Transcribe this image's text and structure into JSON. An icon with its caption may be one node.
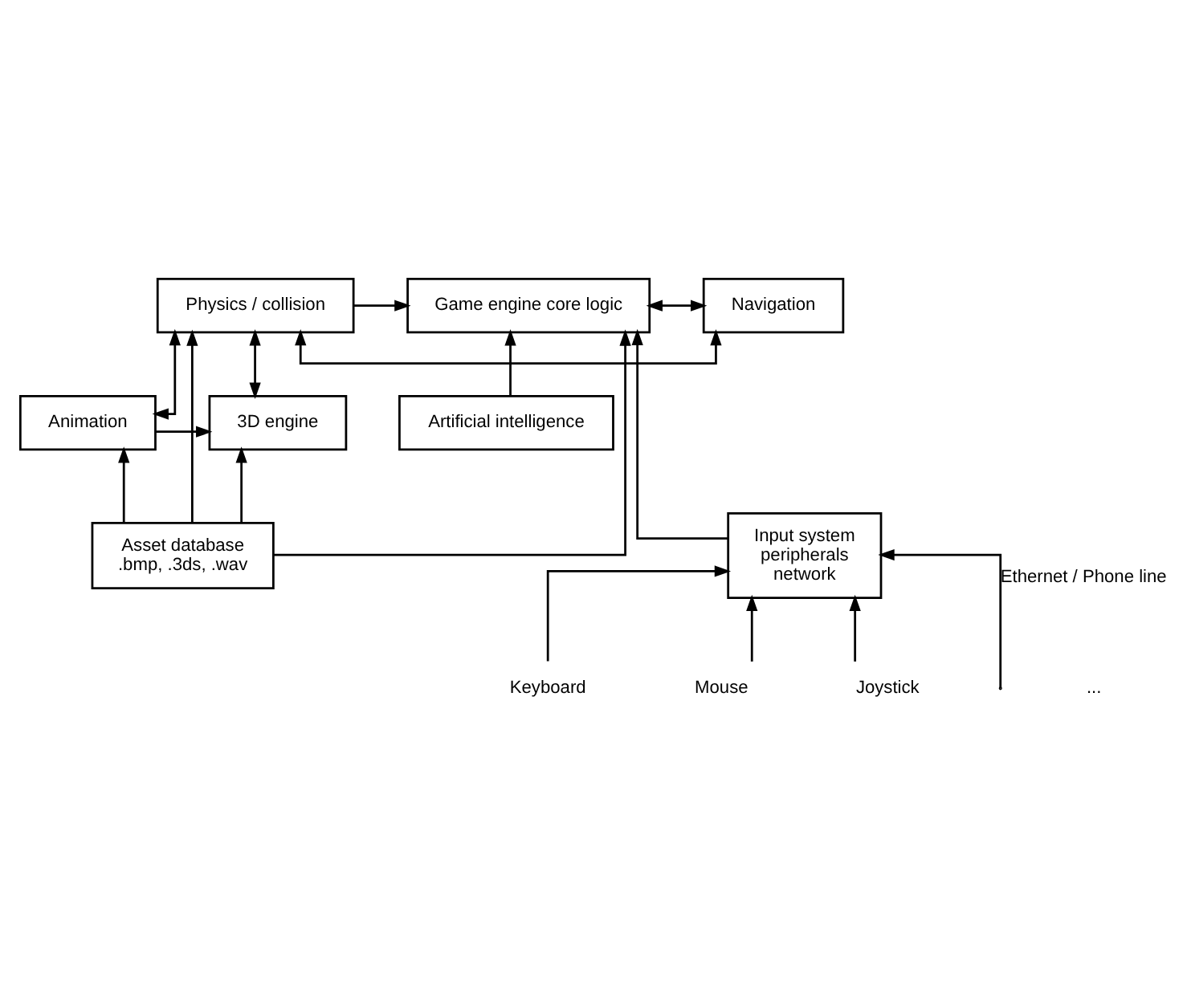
{
  "diagram": {
    "nodes": [
      {
        "text": [
          "Artificial intelligence"
        ]
      },
      {
        "text": [
          "3D engine"
        ]
      },
      {
        "text": [
          "Animation"
        ]
      },
      {
        "text": [
          "Game engine core logic"
        ]
      },
      {
        "text": [
          "Physics / collision"
        ]
      },
      {
        "text": [
          "Navigation"
        ]
      },
      {
        "text": [
          "Input system",
          "peripherals",
          "network"
        ]
      },
      {
        "text": [
          "Asset database",
          ".bmp, .3ds, .wav"
        ]
      },
      {
        "text": [
          "Keyboard"
        ]
      },
      {
        "text": [
          "Mouse"
        ]
      },
      {
        "text": [
          "Joystick"
        ]
      }
    ],
    "edges": [
      {
        "from": 0,
        "to": 3,
        "arrow": "to"
      },
      {
        "from": 2,
        "to": 1,
        "arrow": "to"
      },
      {
        "from": 7,
        "to": 1,
        "arrow": "to"
      },
      {
        "from": 7,
        "to": 2,
        "arrow": "to"
      },
      {
        "from": 1,
        "to": 4,
        "arrow": "both"
      },
      {
        "from": 4,
        "to": 3,
        "arrow": "to"
      },
      {
        "from": 4,
        "to": 2,
        "arrow": "both"
      },
      {
        "from": 4,
        "to": 5,
        "arrow": "both"
      },
      {
        "from": 7,
        "to": 4,
        "arrow": "to"
      },
      {
        "from": 7,
        "to": 3,
        "arrow": "to"
      },
      {
        "from": 3,
        "to": 5,
        "arrow": "both"
      },
      {
        "from": 6,
        "to": 3,
        "arrow": "to"
      },
      {
        "from": 8,
        "to": 6,
        "arrow": "to"
      },
      {
        "from": 9,
        "to": 6,
        "arrow": "to"
      },
      {
        "from": 10,
        "to": 6,
        "arrow": "to"
      },
      {
        "from": null,
        "to": 6,
        "arrow": "to",
        "label": "Ethernet / Phone line"
      }
    ],
    "labels": [
      "..."
    ]
  }
}
